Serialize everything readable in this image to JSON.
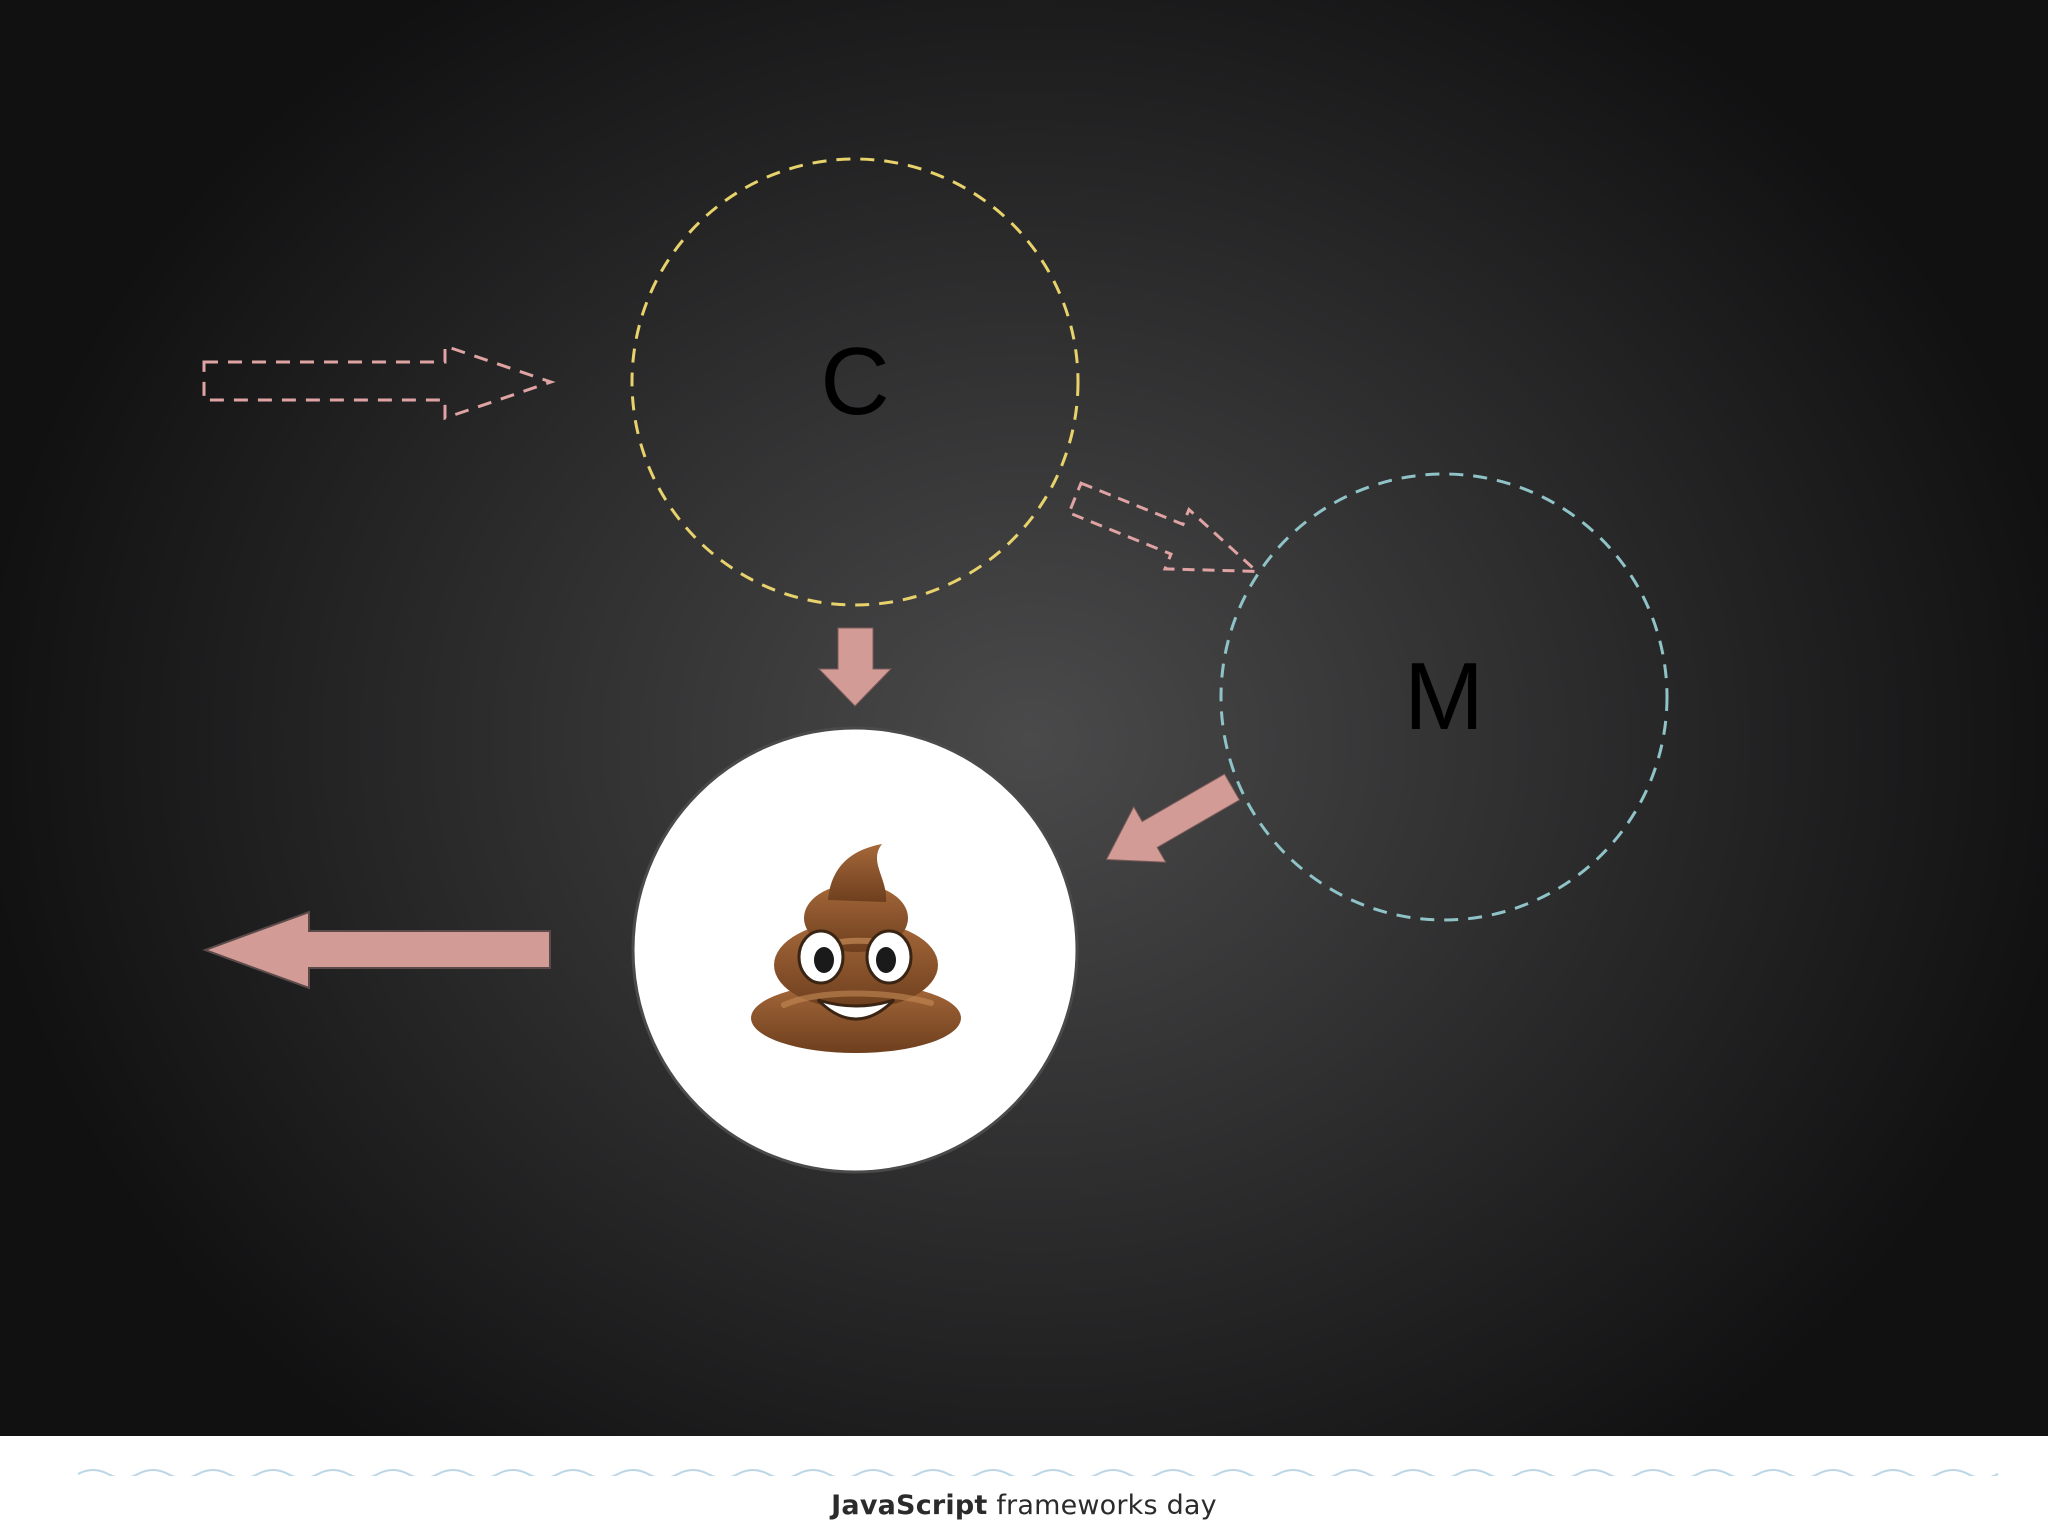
{
  "diagram": {
    "nodes": [
      {
        "id": "c",
        "label": "C",
        "style": "dashed",
        "color": "#e7d26b"
      },
      {
        "id": "m",
        "label": "M",
        "style": "dashed",
        "color": "#8fc3c7"
      },
      {
        "id": "view",
        "label": "",
        "icon": "pile-of-poo",
        "glyph": "💩",
        "fill": "#ffffff"
      }
    ],
    "arrows": [
      {
        "from": "input",
        "to": "c",
        "style": "dashed",
        "color": "#e0a3a3"
      },
      {
        "from": "c",
        "to": "m",
        "style": "dashed",
        "color": "#e0a3a3"
      },
      {
        "from": "c",
        "to": "view",
        "style": "solid",
        "color": "#d39b96"
      },
      {
        "from": "m",
        "to": "view",
        "style": "solid",
        "color": "#d39b96"
      },
      {
        "from": "view",
        "to": "output",
        "style": "solid",
        "color": "#d39b96"
      }
    ]
  },
  "footer": {
    "brand_bold": "JavaScript",
    "brand_rest": "frameworks day",
    "wave_color": "#bcd6e6"
  }
}
